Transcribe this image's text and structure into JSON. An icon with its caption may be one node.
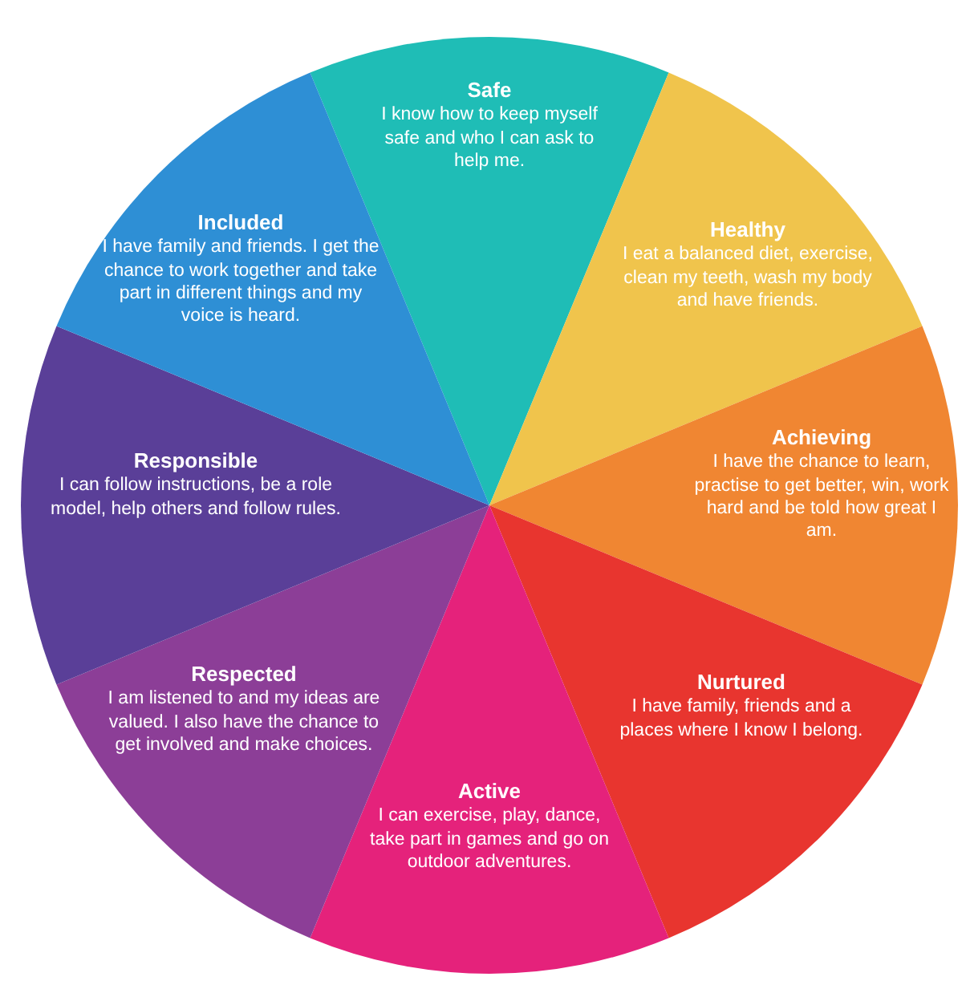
{
  "diagram": {
    "nodes": [
      {
        "text": [
          "Safe",
          "I know how to keep myself safe and who I can ask to help me."
        ]
      },
      {
        "text": [
          "Healthy",
          "I eat a balanced diet, exercise, clean my teeth, wash my body and have friends."
        ]
      },
      {
        "text": [
          "Achieving",
          "I have the chance to learn, practise to get better, win, work hard and be told how great I am."
        ]
      },
      {
        "text": [
          "Nurtured",
          "I have family, friends and a places where I know I belong."
        ]
      },
      {
        "text": [
          "Active",
          "I can exercise, play, dance, take part in games and go on outdoor adventures."
        ]
      },
      {
        "text": [
          "Respected",
          "I am listened to and my ideas are valued. I also have the chance to get involved and make choices."
        ]
      },
      {
        "text": [
          "Responsible",
          "I can follow instructions, be a role model, help others and follow rules."
        ]
      },
      {
        "text": [
          "Included",
          "I have family and friends. I get the chance to work together and take part in different things and my voice is heard."
        ]
      }
    ]
  }
}
